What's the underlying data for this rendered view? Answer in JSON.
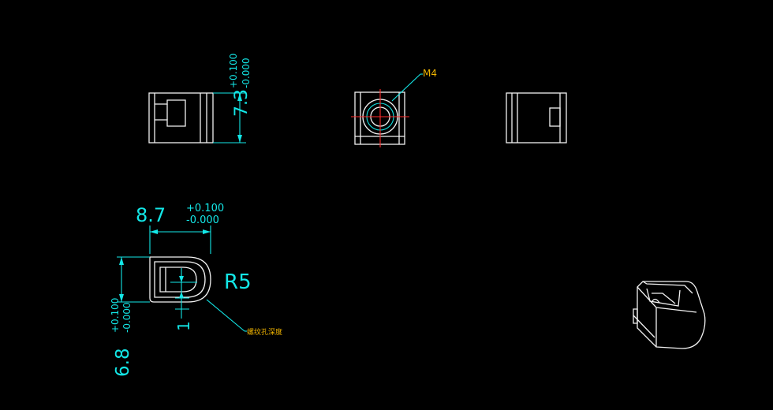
{
  "drawing": {
    "background": "#000000",
    "colors": {
      "outline": "#f2f2f2",
      "dimension": "#13e7e7",
      "center_mark": "#ff2a2a",
      "annotation": "#f0b400"
    },
    "top_height_dim": {
      "value": "7.3",
      "tol_upper": "+0.100",
      "tol_lower": "-0.000"
    },
    "thread_label": "M4",
    "width_dim": {
      "value": "8.7",
      "tol_upper": "+0.100",
      "tol_lower": "-0.000"
    },
    "radius_label": "R5",
    "depth_dim": "1",
    "side_height_dim": {
      "value": "6.8",
      "tol_upper": "+0.100",
      "tol_lower": "-0.000"
    },
    "note_label": "螺纹孔深度"
  }
}
